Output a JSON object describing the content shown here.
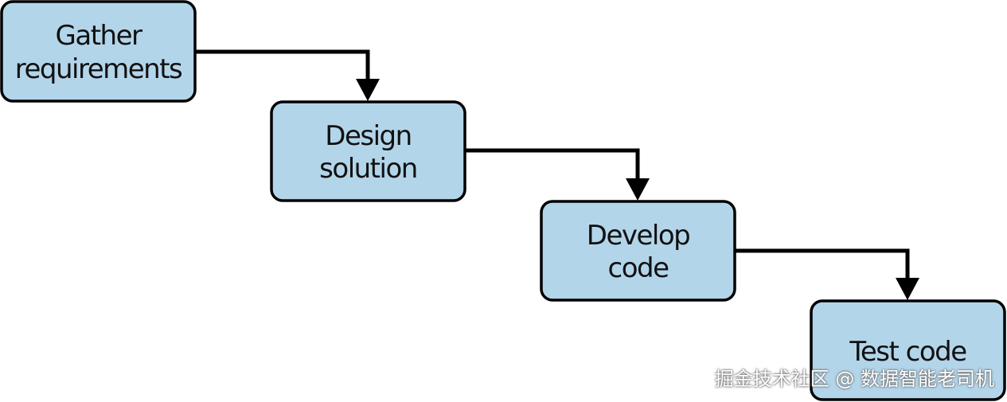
{
  "steps": [
    {
      "id": "gather",
      "lines": [
        "Gather",
        "requirements"
      ]
    },
    {
      "id": "design",
      "lines": [
        "Design",
        "solution"
      ]
    },
    {
      "id": "develop",
      "lines": [
        "Develop",
        "code"
      ]
    },
    {
      "id": "test",
      "lines": [
        "Test code"
      ]
    }
  ],
  "connections": [
    {
      "from": "gather",
      "to": "design"
    },
    {
      "from": "design",
      "to": "develop"
    },
    {
      "from": "develop",
      "to": "test"
    }
  ],
  "colors": {
    "box_fill": "#b3d5ea",
    "box_stroke": "#000000",
    "arrow": "#000000"
  },
  "watermark": "掘金技术社区 @ 数据智能老司机"
}
